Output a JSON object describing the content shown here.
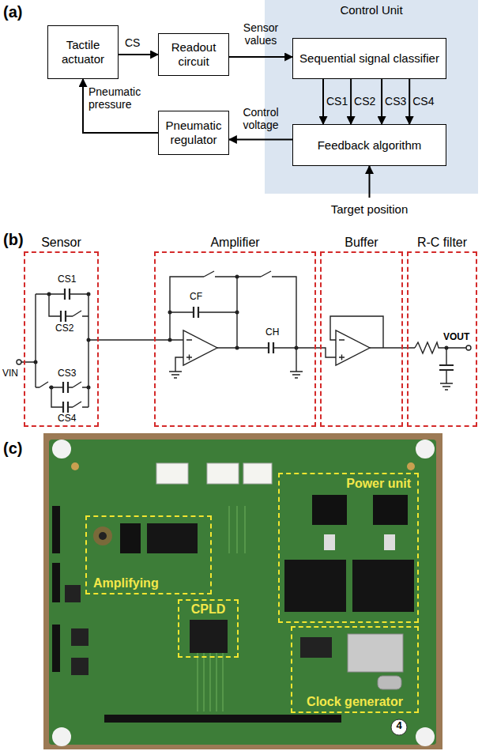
{
  "diagram": {
    "nodes": [
      {
        "text": [
          "Tactile actuator"
        ]
      },
      {
        "text": [
          "Readout circuit"
        ]
      },
      {
        "text": [
          "Control Unit"
        ]
      },
      {
        "text": [
          "Sequential signal classifier"
        ],
        "in": 2
      },
      {
        "text": [
          "Feedback algorithm"
        ],
        "in": 2
      },
      {
        "text": [
          "Pneumatic regulator"
        ]
      },
      {
        "text": [
          "Sensor"
        ]
      },
      {
        "text": [
          "Amplifier"
        ]
      },
      {
        "text": [
          "Buffer"
        ]
      },
      {
        "text": [
          "R-C filter"
        ]
      },
      {
        "text": [
          "Power unit"
        ]
      },
      {
        "text": [
          "Amplifying"
        ]
      },
      {
        "text": [
          "CPLD"
        ]
      },
      {
        "text": [
          "Clock generator"
        ]
      }
    ],
    "edges": [
      {
        "from": 0,
        "to": 1,
        "arrow": "to",
        "label": "CS"
      },
      {
        "from": 1,
        "to": 3,
        "arrow": "to",
        "label": "Sensor values"
      },
      {
        "from": 3,
        "to": 4,
        "arrow": "to",
        "label": "CS1"
      },
      {
        "from": 3,
        "to": 4,
        "arrow": "to",
        "label": "CS2"
      },
      {
        "from": 3,
        "to": 4,
        "arrow": "to",
        "label": "CS3"
      },
      {
        "from": 3,
        "to": 4,
        "arrow": "to",
        "label": "CS4"
      },
      {
        "from": 4,
        "to": 5,
        "arrow": "to",
        "label": "Control voltage"
      },
      {
        "from": 5,
        "to": 0,
        "arrow": "to",
        "label": "Pneumatic pressure"
      }
    ],
    "labels": [
      "(a)",
      "Target position",
      "(b)",
      "VIN",
      "CS1",
      "CS2",
      "CS3",
      "CS4",
      "CF",
      "CH",
      "VOUT",
      "(c)",
      "4"
    ]
  }
}
